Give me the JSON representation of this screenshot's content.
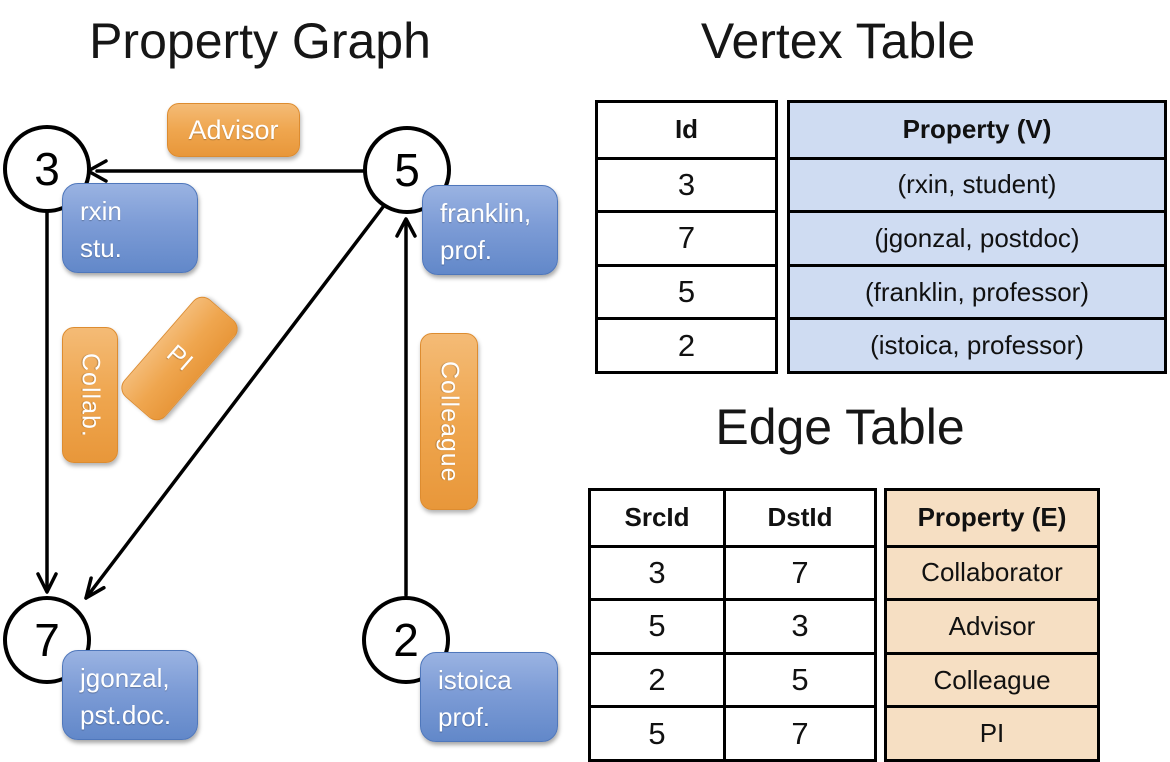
{
  "titles": {
    "graph": "Property Graph",
    "vertex_table": "Vertex Table",
    "edge_table": "Edge Table"
  },
  "graph": {
    "nodes": [
      {
        "id": "3",
        "prop_line1": "rxin",
        "prop_line2": "stu."
      },
      {
        "id": "5",
        "prop_line1": "franklin,",
        "prop_line2": "prof."
      },
      {
        "id": "7",
        "prop_line1": "jgonzal,",
        "prop_line2": "pst.doc."
      },
      {
        "id": "2",
        "prop_line1": "istoica",
        "prop_line2": "prof."
      }
    ],
    "edge_labels": {
      "advisor": "Advisor",
      "collab": "Collab.",
      "pi": "PI",
      "colleague": "Colleague"
    }
  },
  "vertex_table": {
    "headers": {
      "id": "Id",
      "property": "Property (V)"
    },
    "rows": [
      {
        "id": "3",
        "property": "(rxin, student)"
      },
      {
        "id": "7",
        "property": "(jgonzal, postdoc)"
      },
      {
        "id": "5",
        "property": "(franklin, professor)"
      },
      {
        "id": "2",
        "property": "(istoica, professor)"
      }
    ]
  },
  "edge_table": {
    "headers": {
      "src": "SrcId",
      "dst": "DstId",
      "property": "Property (E)"
    },
    "rows": [
      {
        "src": "3",
        "dst": "7",
        "property": "Collaborator"
      },
      {
        "src": "5",
        "dst": "3",
        "property": "Advisor"
      },
      {
        "src": "2",
        "dst": "5",
        "property": "Colleague"
      },
      {
        "src": "5",
        "dst": "7",
        "property": "PI"
      }
    ]
  },
  "colors": {
    "edge_stroke": "#000000",
    "node_fill": "#ffffff",
    "vertex_box_blue": "#7d9cd6",
    "edge_label_orange": "#efa64f",
    "vertex_table_fill": "#cfdcf2",
    "edge_table_fill": "#f6dfc3"
  }
}
